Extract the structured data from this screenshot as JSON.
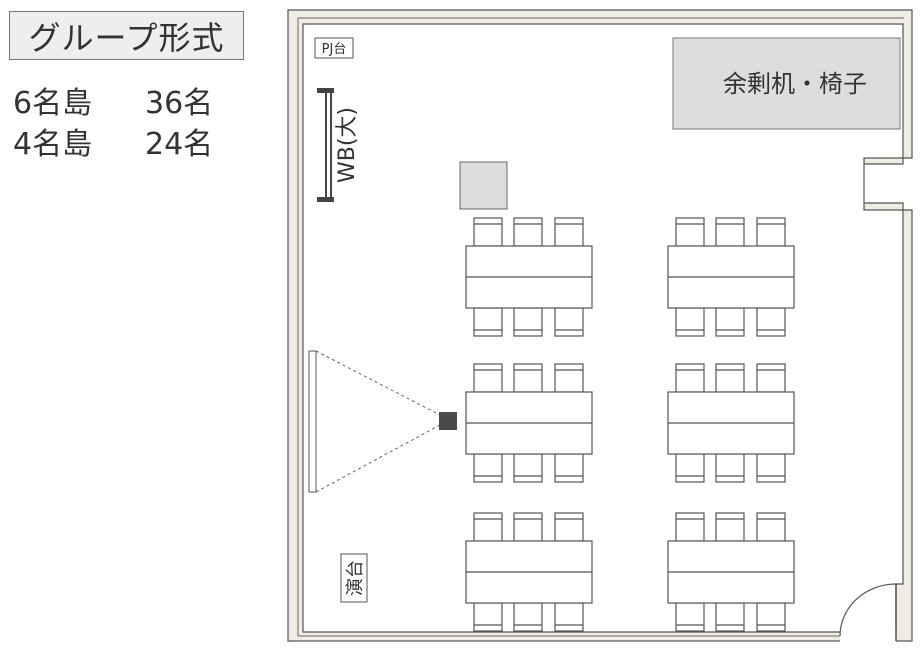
{
  "title": "グループ形式",
  "capacity": [
    {
      "label": "6名島",
      "value": "36名"
    },
    {
      "label": "4名島",
      "value": "24名"
    }
  ],
  "room": {
    "pj_stand": "PJ台",
    "whiteboard": "WB(大)",
    "spare": "余剰机・椅子",
    "podium": "演台"
  },
  "colors": {
    "wall_fill": "#efece4",
    "line": "#555555",
    "gray_fill": "#dddddd",
    "projector": "#4a4a4a"
  }
}
